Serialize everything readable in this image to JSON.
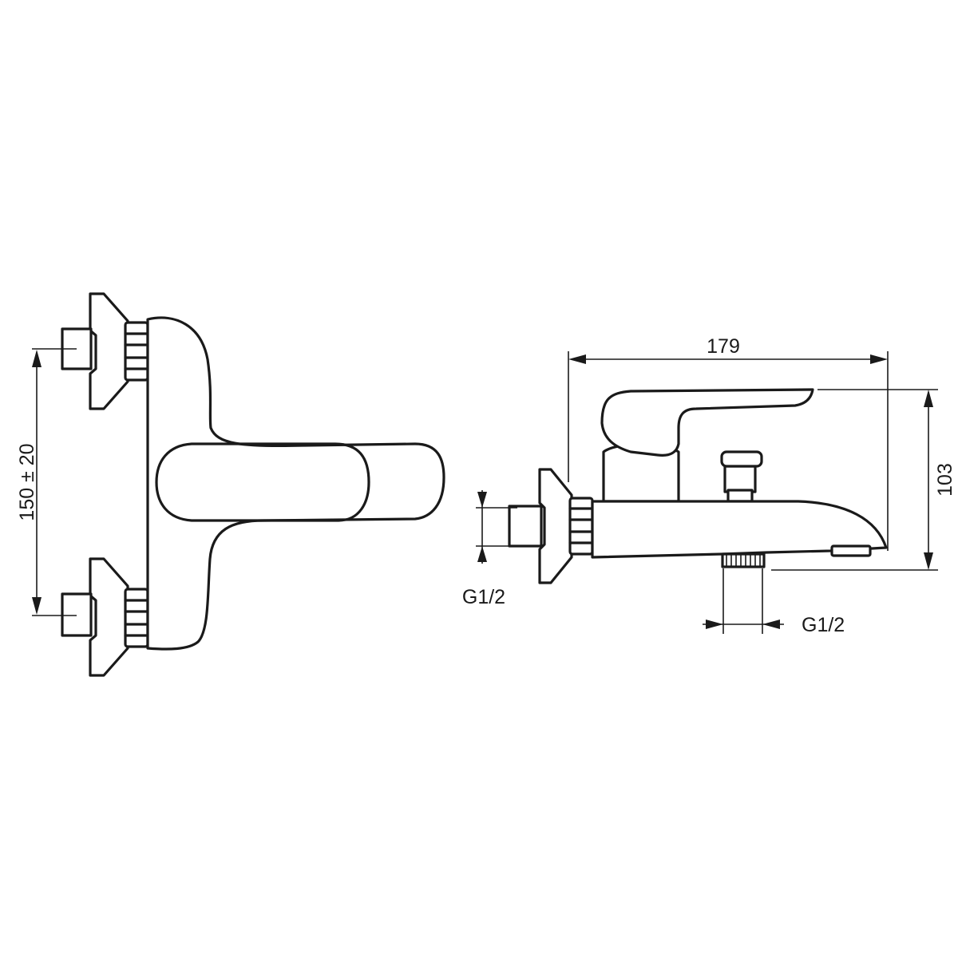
{
  "dimensions": {
    "overall_length": "179",
    "overall_height": "103",
    "inlet_spacing": "150 ± 20",
    "inlet_thread": "G1/2",
    "outlet_thread": "G1/2"
  },
  "colors": {
    "line": "#1a1a1a",
    "background": "#ffffff"
  }
}
